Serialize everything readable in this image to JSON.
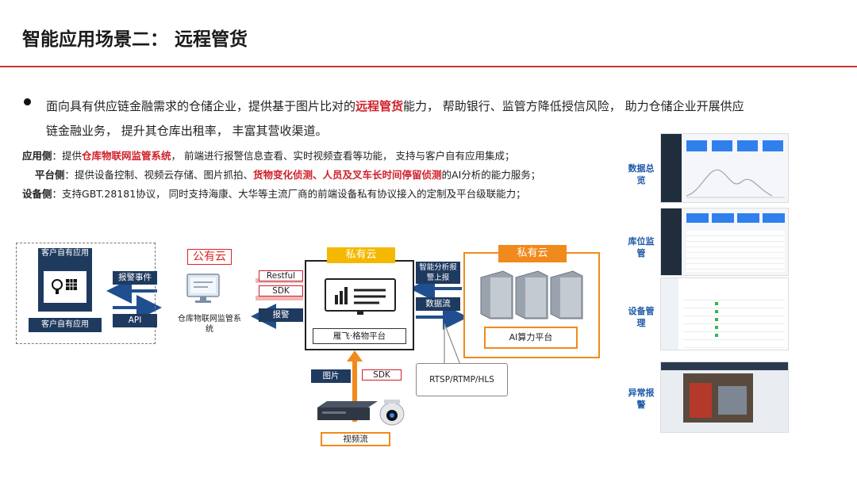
{
  "title": "智能应用场景二： 远程管货",
  "intro": {
    "part1": "面向具有供应链金融需求的仓储企业，提供基于图片比对的",
    "highlight": "远程管货",
    "part2": "能力， 帮助银行、监管方降低授信风险， 助力仓储企业开展供应",
    "line2": "链金融业务， 提升其仓库出租率， 丰富其营收渠道。"
  },
  "details": [
    {
      "key": "应用侧",
      "a": "：提供",
      "red": "仓库物联网监管系统",
      "b": "， 前端进行报警信息查看、实时视频查看等功能， 支持与客户自有应用集成；"
    },
    {
      "key": "平台侧",
      "a": "：提供设备控制、视频云存储、图片抓拍、",
      "red": "货物变化侦测、人员及叉车长时间停留侦测",
      "b": "的AI分析的能力服务；"
    },
    {
      "key": "设备侧",
      "a": "：支持GBT.28181协议， 同时支持海康、大华等主流厂商的前端设备私有协议接入的定制及平台级联能力；",
      "red": "",
      "b": ""
    }
  ],
  "diagram": {
    "customer_app_box": "客户自有应用",
    "customer_app_label": "客户自有应用",
    "alarm_event": "报警事件",
    "api": "API",
    "public_cloud": "公有云",
    "public_cloud_system": "仓库物联网监管系统",
    "restful": "Restful",
    "sdk_left": "SDK",
    "alarm": "报警",
    "private_cloud_center": "私有云",
    "platform": "雁飞·格物平台",
    "smart_analysis": "智能分析报警上报",
    "data_stream": "数据流",
    "private_cloud_right": "私有云",
    "ai_platform": "AI算力平台",
    "picture": "图片",
    "sdk_bottom": "SDK",
    "protocols": "RTSP/RTMP/HLS",
    "video_stream": "视频流"
  },
  "screens": [
    {
      "label": "数据总览"
    },
    {
      "label": "库位监管"
    },
    {
      "label": "设备管理"
    },
    {
      "label": "异常报警"
    }
  ],
  "colors": {
    "accent_red": "#d0202a",
    "navy": "#1f3a5f",
    "orange": "#f08a1c",
    "yellow": "#f5b800",
    "link_blue": "#1e5aa8"
  }
}
